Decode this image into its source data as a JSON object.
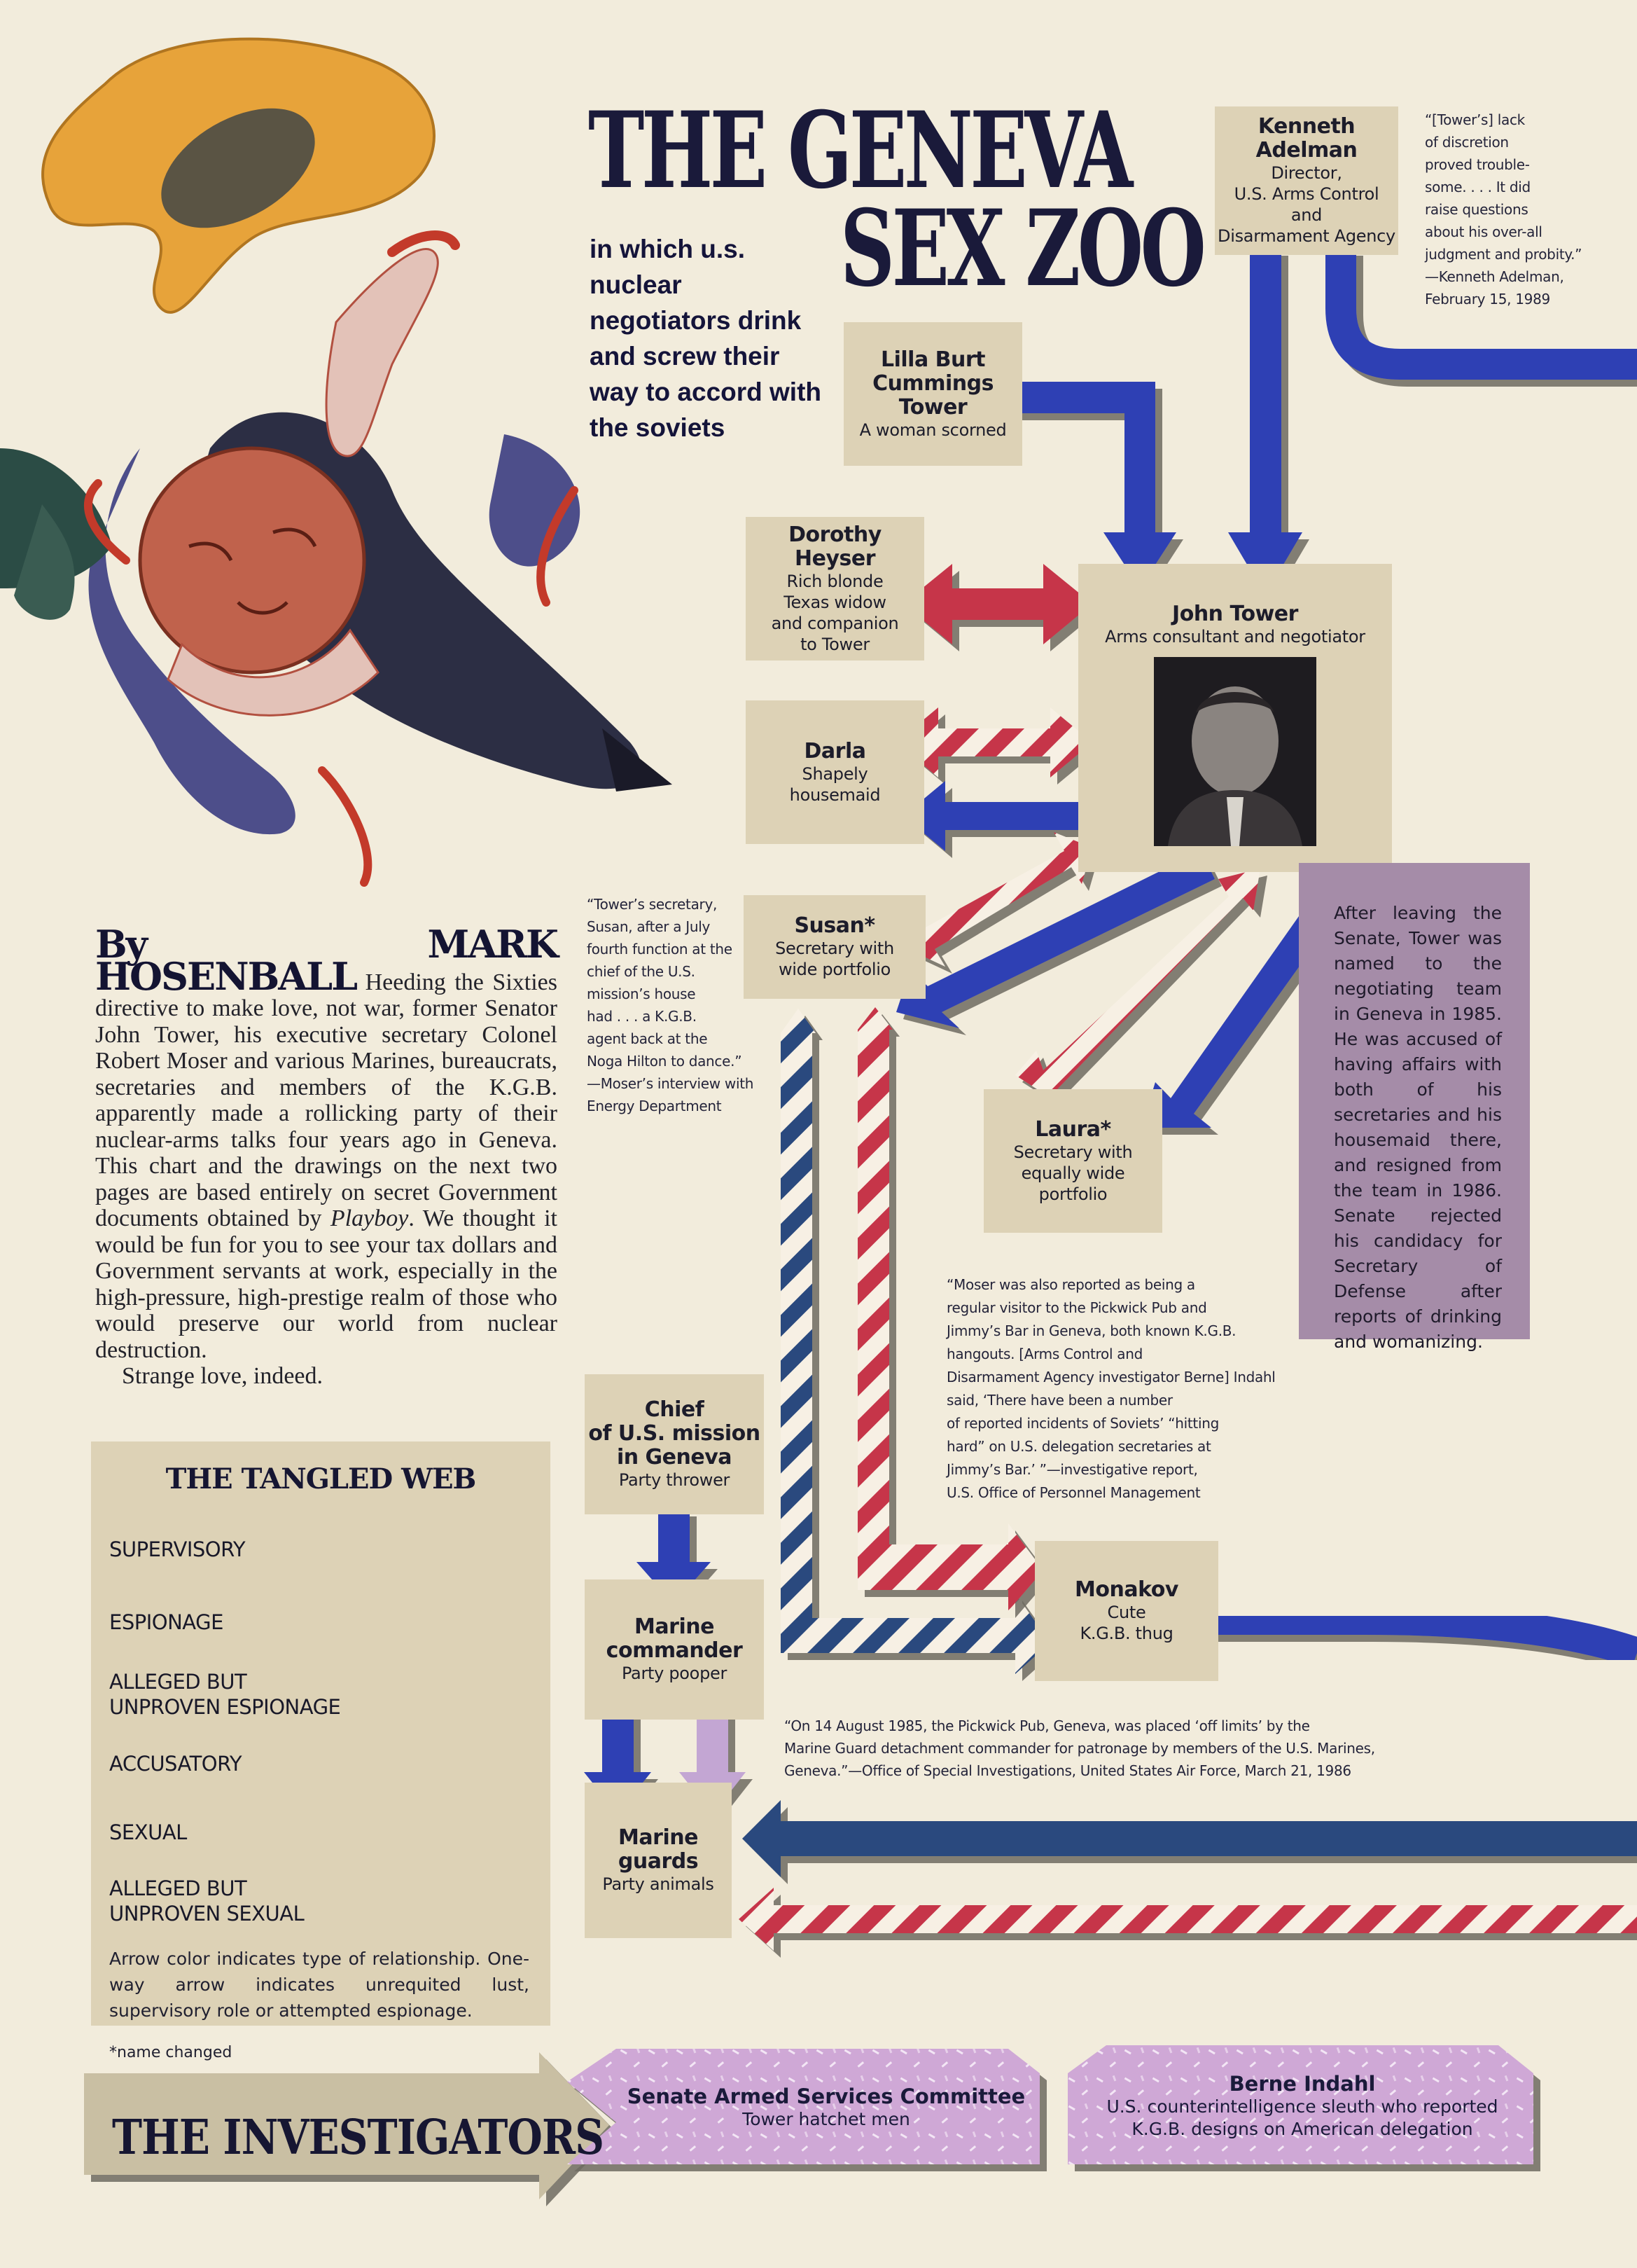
{
  "title": {
    "line1": "THE GENEVA",
    "line2": "SEX ZOO"
  },
  "subtitle": "in which u.s. nuclear negotiators drink and screw their way to accord with the soviets",
  "byline": {
    "name": "By MARK HOSENBALL",
    "article": "Heeding the Sixties directive to make love, not war, former Senator John Tower, his executive secretary Colonel Robert Moser and various Marines, bureaucrats, secretaries and members of the K.G.B. apparently made a rollicking party of their nuclear-arms talks four years ago in Geneva. This chart and the drawings on the next two pages are based entirely on secret Government documents obtained by ",
    "magazine": "Playboy",
    "article_end": ". We thought it would be fun for you to see your tax dollars and Government servants at work, especially in the high-pressure, high-prestige realm of those who would preserve our world from nuclear destruction.",
    "closing": "Strange love, indeed."
  },
  "nodes": {
    "adelman": {
      "name": "Kenneth Adelman",
      "desc": [
        "Director,",
        "U.S. Arms Control",
        "and",
        "Disarmament Agency"
      ]
    },
    "lilla": {
      "name": [
        "Lilla Burt",
        "Cummings",
        "Tower"
      ],
      "desc": "A woman scorned"
    },
    "dorothy": {
      "name": "Dorothy Heyser",
      "desc": [
        "Rich blonde",
        "Texas widow",
        "and companion",
        "to Tower"
      ]
    },
    "tower": {
      "name": "John Tower",
      "desc": "Arms consultant and negotiator"
    },
    "darla": {
      "name": "Darla",
      "desc": [
        "Shapely",
        "housemaid"
      ]
    },
    "susan": {
      "name": "Susan*",
      "desc": [
        "Secretary with",
        "wide portfolio"
      ]
    },
    "laura": {
      "name": "Laura*",
      "desc": [
        "Secretary with",
        "equally wide",
        "portfolio"
      ]
    },
    "chief": {
      "name": [
        "Chief",
        "of U.S. mission",
        "in Geneva"
      ],
      "desc": "Party thrower"
    },
    "monakov": {
      "name": "Monakov",
      "desc": [
        "Cute",
        "K.G.B. thug"
      ]
    },
    "marine_commander": {
      "name": [
        "Marine",
        "commander"
      ],
      "desc": "Party pooper"
    },
    "marine_guards": {
      "name": [
        "Marine",
        "guards"
      ],
      "desc": "Party animals"
    }
  },
  "quotes": {
    "adelman": [
      "“[Tower’s] lack",
      "of discretion",
      "proved trouble-",
      "some. . . . It did",
      "raise questions",
      "about his over-all",
      "judgment and probity.”",
      "—Kenneth Adelman,",
      "February 15, 1989"
    ],
    "susan": [
      "“Tower’s secretary,",
      "Susan, after a July",
      "fourth function at the",
      "chief of the U.S.",
      "mission’s house",
      "had . . . a K.G.B.",
      "agent back at the",
      "Noga Hilton to dance.”",
      "—Moser’s interview with",
      "Energy Department"
    ],
    "moser": [
      "“Moser was also reported as being a",
      "regular visitor to the Pickwick Pub and",
      "Jimmy’s Bar in Geneva, both known K.G.B.",
      "hangouts. [Arms Control and",
      "Disarmament Agency investigator Berne] Indahl",
      "said, ‘There have been a number",
      "of reported incidents of Soviets’ “hitting",
      "hard” on U.S. delegation secretaries at",
      "Jimmy’s Bar.’ ”—investigative report,",
      "U.S. Office of Personnel Management"
    ],
    "pickwick": [
      "“On 14 August 1985, the Pickwick Pub, Geneva, was placed ‘off limits’ by the",
      "Marine Guard detachment commander for patronage by members of the U.S. Marines,",
      "Geneva.”—Office of Special Investigations, United States Air Force, March 21, 1986"
    ]
  },
  "sidebar_note": "After leaving the Senate, Tower was named to the negotiating team in Geneva in 1985. He was accused of having affairs with both of his secretaries and his housemaid there, and resigned from the team in 1986. Senate rejected his candidacy for Secretary of Defense after reports of drinking and womanizing.",
  "legend": {
    "title": "THE TANGLED WEB",
    "items": [
      {
        "label": [
          "SUPERVISORY"
        ],
        "color": "#2d3fb4",
        "style": "solid",
        "two_way": false
      },
      {
        "label": [
          "ESPIONAGE"
        ],
        "color": "#2b4a7e",
        "style": "solid",
        "two_way": true
      },
      {
        "label": [
          "ALLEGED BUT",
          "UNPROVEN ESPIONAGE"
        ],
        "color": "#2b4a7e",
        "style": "striped",
        "two_way": true
      },
      {
        "label": [
          "ACCUSATORY"
        ],
        "color": "#c3a6d3",
        "style": "solid",
        "two_way": false
      },
      {
        "label": [
          "SEXUAL"
        ],
        "color": "#c6364a",
        "style": "solid",
        "two_way": true
      },
      {
        "label": [
          "ALLEGED BUT",
          "UNPROVEN SEXUAL"
        ],
        "color": "#c6364a",
        "style": "striped",
        "two_way": true
      }
    ],
    "note": "Arrow color indicates type of relationship. One-way arrow indicates unrequited lust, supervisory role or attempted espionage."
  },
  "footnote": "*name changed",
  "investigators": {
    "label": "THE INVESTIGATORS",
    "senate": {
      "name": "Senate Armed Services Committee",
      "desc": "Tower hatchet men"
    },
    "berne": {
      "name": "Berne Indahl",
      "desc": [
        "U.S. counterintelligence sleuth who reported",
        "K.G.B. designs on American delegation"
      ]
    }
  },
  "colors": {
    "background": "#f2ecdc",
    "box": "#ddd2b6",
    "supervisory_blue": "#2d3fb4",
    "espionage_blue": "#2b4a7e",
    "sexual_red": "#c6364a",
    "accusatory_lilac": "#c3a6d3",
    "sidebar_purple": "#a58ca8",
    "banner_pink": "#cfa8d6"
  }
}
